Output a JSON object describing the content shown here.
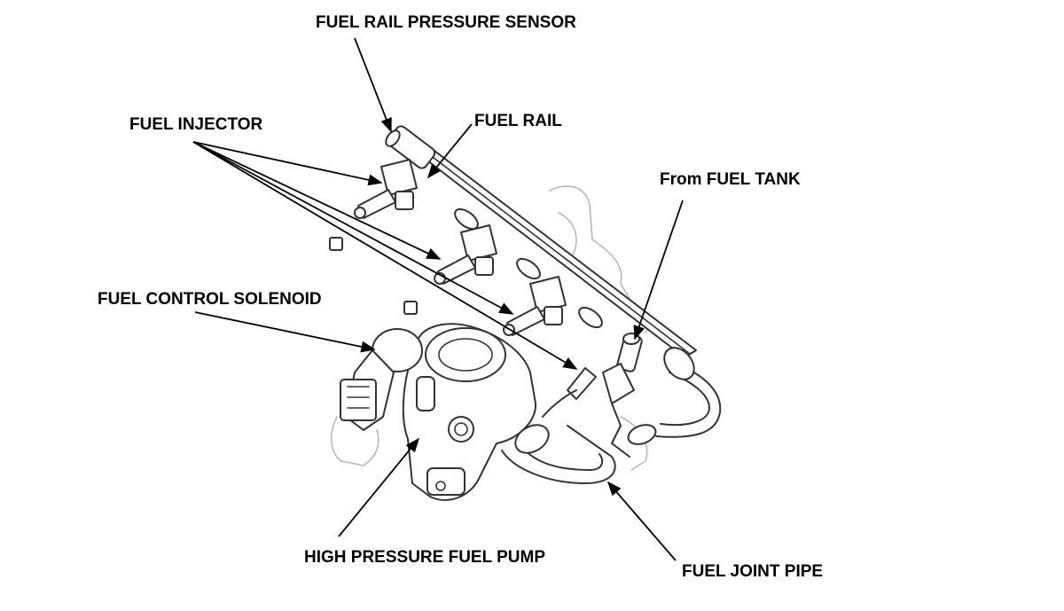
{
  "labels": {
    "fuel_rail_pressure_sensor": "FUEL RAIL PRESSURE SENSOR",
    "fuel_injector": "FUEL INJECTOR",
    "fuel_rail": "FUEL RAIL",
    "from_fuel_tank": "From FUEL TANK",
    "fuel_control_solenoid": "FUEL CONTROL SOLENOID",
    "high_pressure_fuel_pump": "HIGH PRESSURE FUEL PUMP",
    "fuel_joint_pipe": "FUEL JOINT PIPE"
  },
  "colors": {
    "label_text": "#000000",
    "leader_line": "#000000",
    "part_outline": "#333333",
    "background_outline": "#b8b8b8",
    "background": "#ffffff"
  }
}
